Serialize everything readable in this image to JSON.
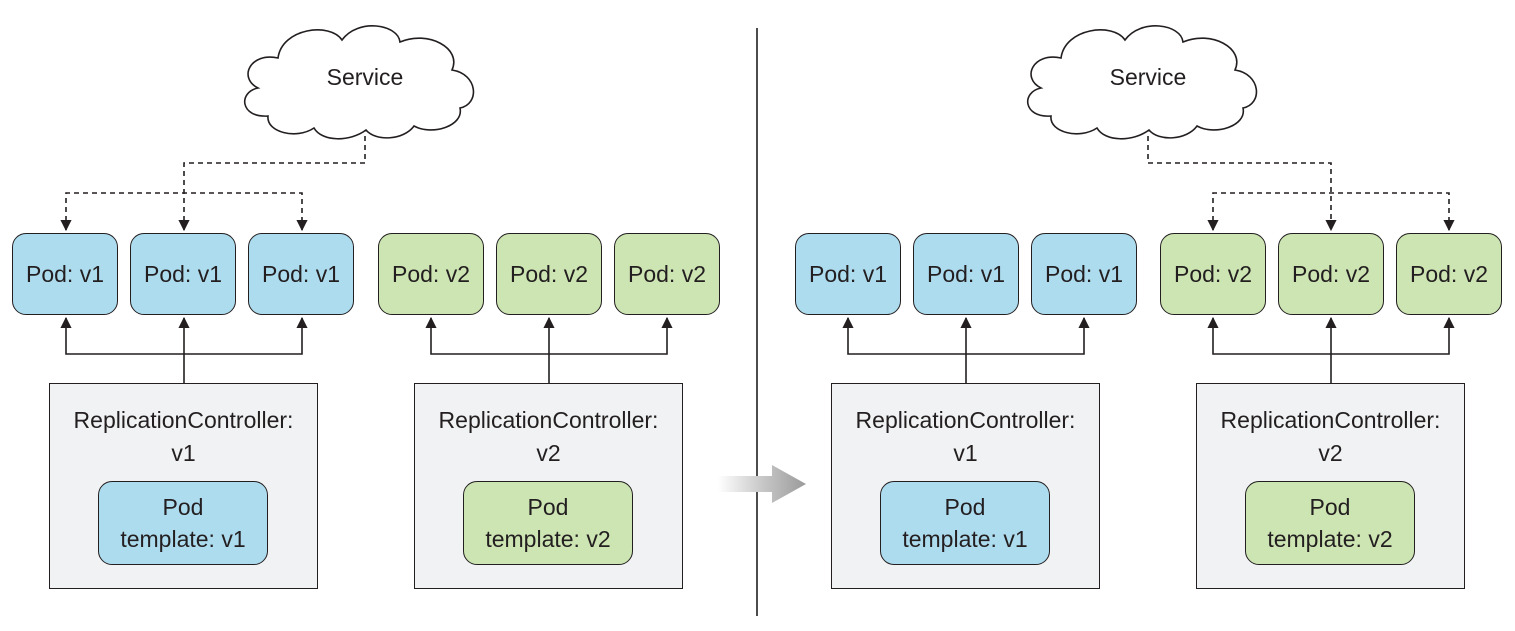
{
  "panels": [
    {
      "service": "Service",
      "pods": [
        "Pod: v1",
        "Pod: v1",
        "Pod: v1",
        "Pod: v2",
        "Pod: v2",
        "Pod: v2"
      ],
      "controllers": [
        {
          "line1": "ReplicationController:",
          "line2": "v1",
          "template_line1": "Pod",
          "template_line2": "template: v1"
        },
        {
          "line1": "ReplicationController:",
          "line2": "v2",
          "template_line1": "Pod",
          "template_line2": "template: v2"
        }
      ],
      "service_targets": "v1 pods"
    },
    {
      "service": "Service",
      "pods": [
        "Pod: v1",
        "Pod: v1",
        "Pod: v1",
        "Pod: v2",
        "Pod: v2",
        "Pod: v2"
      ],
      "controllers": [
        {
          "line1": "ReplicationController:",
          "line2": "v1",
          "template_line1": "Pod",
          "template_line2": "template: v1"
        },
        {
          "line1": "ReplicationController:",
          "line2": "v2",
          "template_line1": "Pod",
          "template_line2": "template: v2"
        }
      ],
      "service_targets": "v2 pods"
    }
  ],
  "colors": {
    "v1_fill": "#aedcef",
    "v2_fill": "#cde5b3",
    "controller_fill": "#f1f2f3",
    "stroke": "#231f20"
  }
}
